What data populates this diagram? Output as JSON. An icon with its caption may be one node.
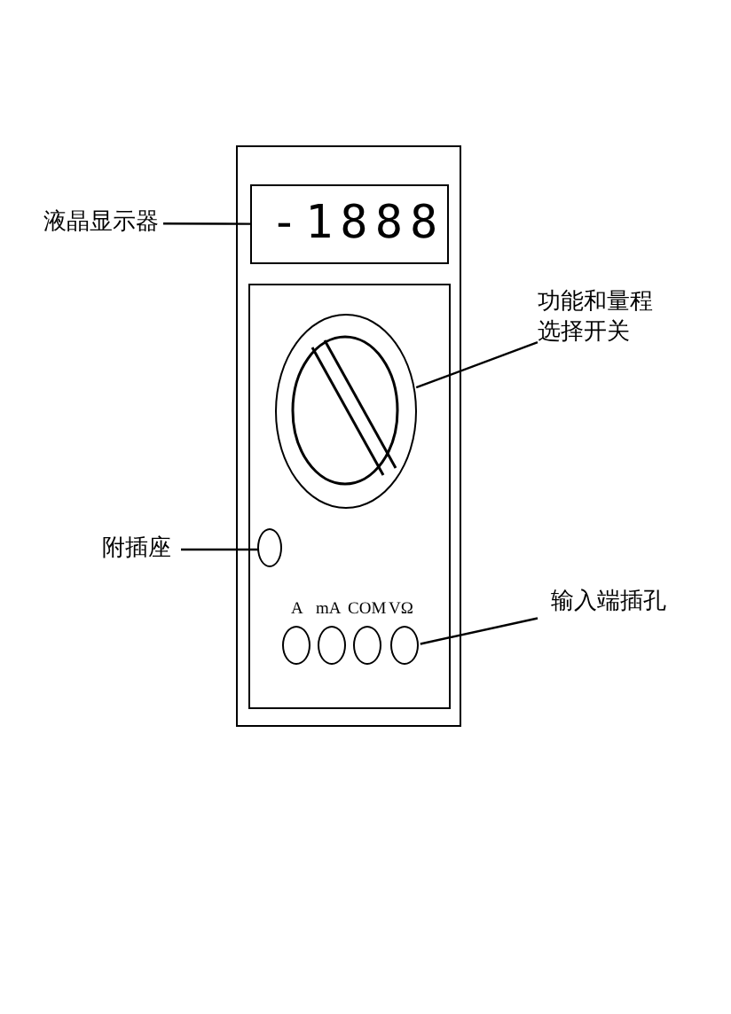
{
  "diagram": {
    "nodes": [
      {
        "text": [],
        "shape": "box"
      },
      {
        "text": [
          "-1888"
        ],
        "in": 0
      },
      {
        "text": [],
        "shape": "box",
        "in": 0
      },
      {
        "text": [],
        "shape": "circle",
        "in": 2
      },
      {
        "text": [],
        "shape": "circle",
        "in": 2
      },
      {
        "text": [],
        "shape": "circle",
        "in": 2
      },
      {
        "text": [],
        "shape": "circle",
        "in": 2
      },
      {
        "text": [],
        "shape": "circle",
        "in": 2
      },
      {
        "text": [],
        "shape": "circle",
        "in": 2
      },
      {
        "text": [
          "液晶显示器"
        ]
      },
      {
        "text": [
          "功能和量程选择开关"
        ]
      },
      {
        "text": [
          "附插座"
        ]
      },
      {
        "text": [
          "输入端插孔"
        ]
      }
    ],
    "edges": [
      {
        "from": 9,
        "to": 1,
        "arrow": "none"
      },
      {
        "from": 10,
        "to": 3,
        "arrow": "none"
      },
      {
        "from": 11,
        "to": 4,
        "arrow": "none"
      },
      {
        "from": 12,
        "to": 8,
        "arrow": "none"
      }
    ],
    "labels": [
      "A",
      "mA",
      "COM",
      "VΩ"
    ]
  }
}
